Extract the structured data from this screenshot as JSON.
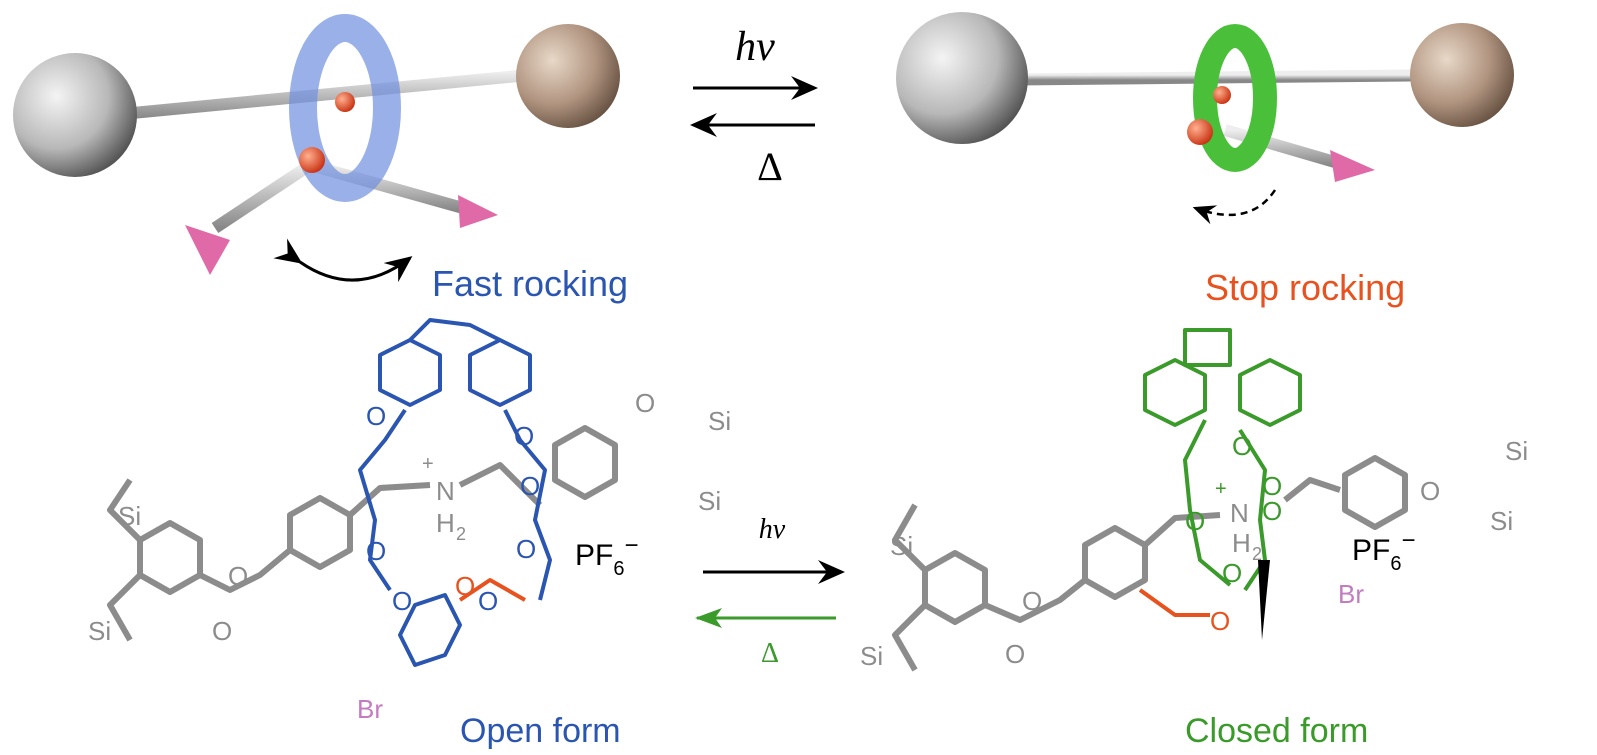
{
  "top": {
    "forward_label": "hν",
    "reverse_label": "Δ",
    "left_caption": "Fast rocking",
    "right_caption": "Stop rocking"
  },
  "bottom": {
    "forward_label": "hν",
    "reverse_label": "Δ",
    "left_caption": "Open form",
    "right_caption": "Closed form",
    "counterion": "PF",
    "counterion_sub": "6",
    "counterion_sup": "−",
    "atoms": {
      "si": "Si",
      "o": "O",
      "n": "N",
      "h2": "H",
      "h2_sub": "2",
      "plus": "+",
      "br": "Br"
    }
  },
  "colors": {
    "blue": "#2a55b0",
    "green": "#3a9a2a",
    "orange": "#e8521f",
    "grey": "#8c8c8c",
    "pink": "#c27cbf"
  }
}
